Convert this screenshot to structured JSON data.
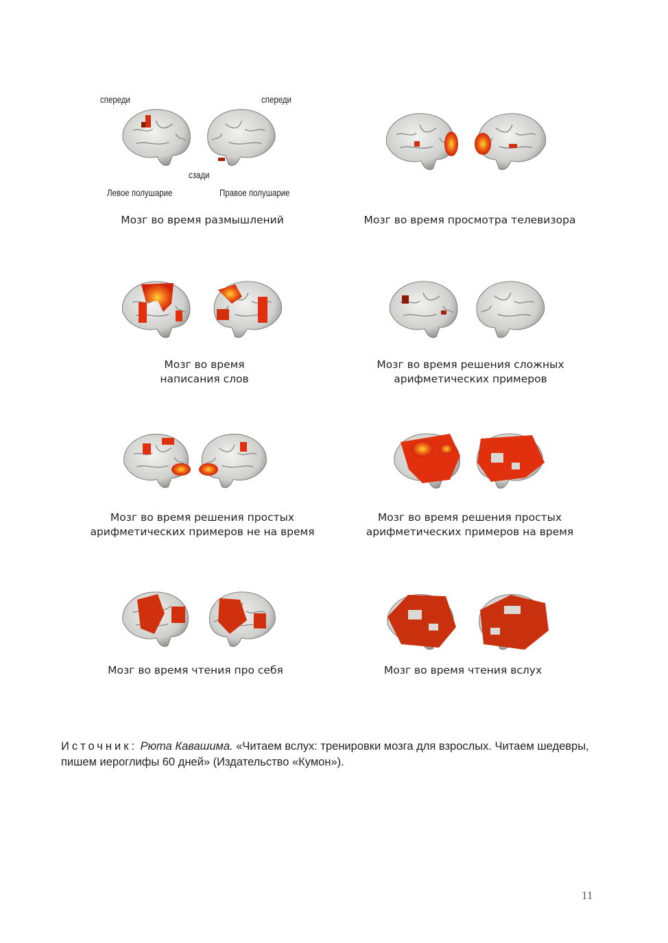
{
  "figure1": {
    "labels": {
      "front_left": "спереди",
      "front_right": "спереди",
      "back": "сзади",
      "left_hemisphere": "Левое полушарие",
      "right_hemisphere": "Правое полушарие"
    },
    "caption": "Мозг во время размышлений"
  },
  "figure2": {
    "caption": "Мозг во время просмотра телевизора"
  },
  "figure3": {
    "caption_line1": "Мозг во время",
    "caption_line2": "написания слов"
  },
  "figure4": {
    "caption_line1": "Мозг во время решения сложных",
    "caption_line2": "арифметических примеров"
  },
  "figure5": {
    "caption_line1": "Мозг во время решения простых",
    "caption_line2": "арифметических примеров не на время"
  },
  "figure6": {
    "caption_line1": "Мозг во время решения простых",
    "caption_line2": "арифметических примеров на время"
  },
  "figure7": {
    "caption": "Мозг во время чтения про себя"
  },
  "figure8": {
    "caption": "Мозг во время чтения вслух"
  },
  "source": {
    "label": "Источник:",
    "author": "Рюта Кавашима.",
    "text": "«Читаем вслух: тренировки мозга для взрослых. Читаем шедевры, пишем иероглифы 60 дней» (Издательство «Кумон»)."
  },
  "page_number": "11",
  "colors": {
    "brain": "#d9d9d6",
    "activation": "#e0300e",
    "hot": "#ffd23c"
  }
}
